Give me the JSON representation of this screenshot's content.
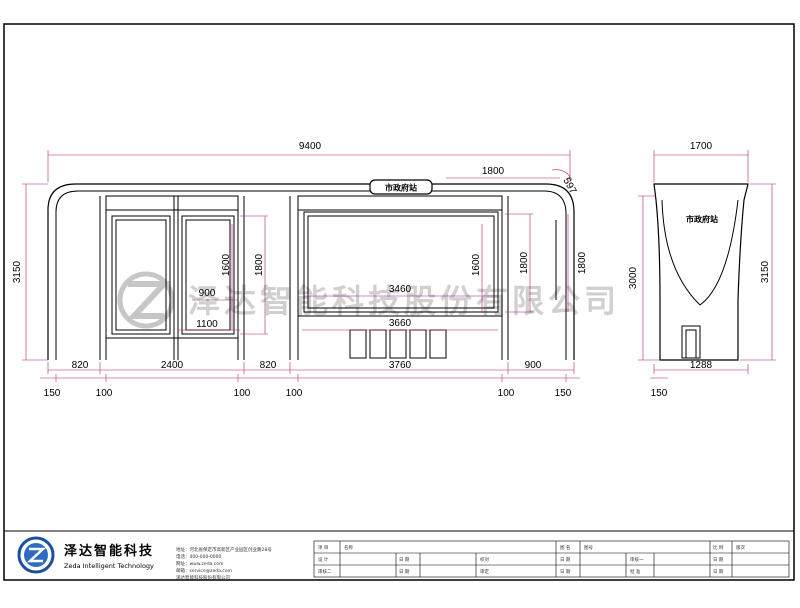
{
  "drawing": {
    "sign_text": "市政府站",
    "watermark_text": "泽达智能科技股份有限公司",
    "front_dims": {
      "overall_width": "9400",
      "right_span": "1800",
      "corner": "597",
      "left_height": "3150",
      "left_panel_height": "1800",
      "left_panel_inner": "1600",
      "left_inner_width": "900",
      "left_bottom_width": "1100",
      "center_width": "3460",
      "center_inner_width": "3660",
      "center_panel_inner": "1600",
      "center_panel_height": "1800",
      "right_height": "1800"
    },
    "bottom_dims": {
      "seg_820_left": "820",
      "seg_2400": "2400",
      "seg_820_mid": "820",
      "seg_3760": "3760",
      "seg_900": "900",
      "low_150_left": "150",
      "low_100_a": "100",
      "low_100_b": "100",
      "low_100_c": "100",
      "low_100_d": "100",
      "low_150_right": "150"
    },
    "side_dims": {
      "top_width": "1700",
      "inner_height": "3000",
      "total_height": "3150",
      "base_width": "1288",
      "offset": "150"
    }
  },
  "title_block": {
    "company_cn": "泽达智能科技",
    "company_en": "Zeda Intelligent Technology",
    "info_lines": [
      "地址：河北省保定市高新区产业园区创业路28号",
      "电话：400-000-0000",
      "网址：www.zeda.com",
      "邮箱：service@zeda.com",
      "泽达智能科技股份有限公司"
    ],
    "row1": [
      "项 目",
      "名称",
      "图 名",
      "图号",
      "比 例",
      "版次"
    ],
    "row2": [
      "设 计",
      "日 期",
      "校对",
      "日 期",
      "审核一",
      "日 期"
    ],
    "row3": [
      "审核二",
      "日 期",
      "审定",
      "日 期",
      "批 准",
      "日 期"
    ]
  }
}
